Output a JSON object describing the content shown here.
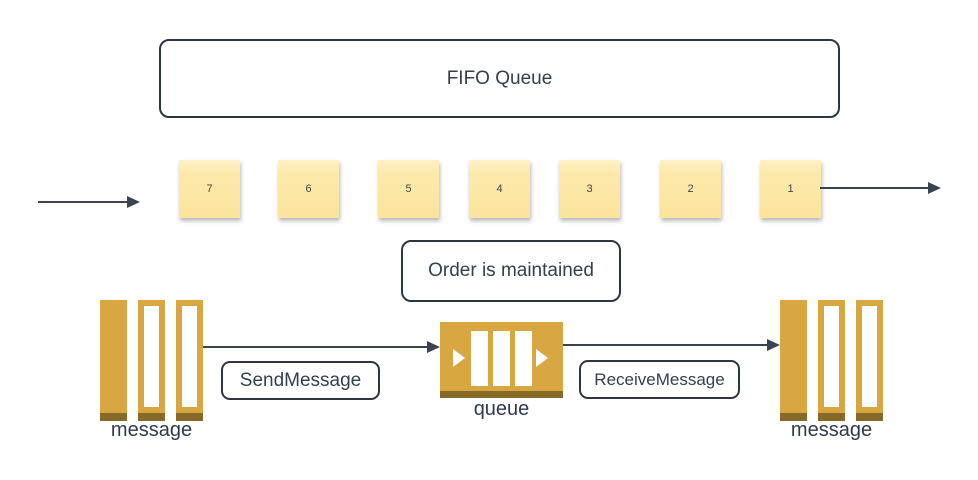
{
  "diagram": {
    "title_box": {
      "label": "FIFO Queue"
    },
    "order_box": {
      "label": "Order is maintained"
    },
    "notes": [
      "7",
      "6",
      "5",
      "4",
      "3",
      "2",
      "1"
    ],
    "send_label": "SendMessage",
    "receive_label": "ReceiveMessage",
    "queue": {
      "label": "queue"
    },
    "message_producer": {
      "label": "message"
    },
    "message_consumer": {
      "label": "message"
    }
  },
  "colors": {
    "accent_gold": "#d9a741",
    "accent_gold_dark": "#876929",
    "note_yellow": "#fbe49c",
    "stroke_dark": "#2d3642",
    "text_dark": "#33404f"
  }
}
